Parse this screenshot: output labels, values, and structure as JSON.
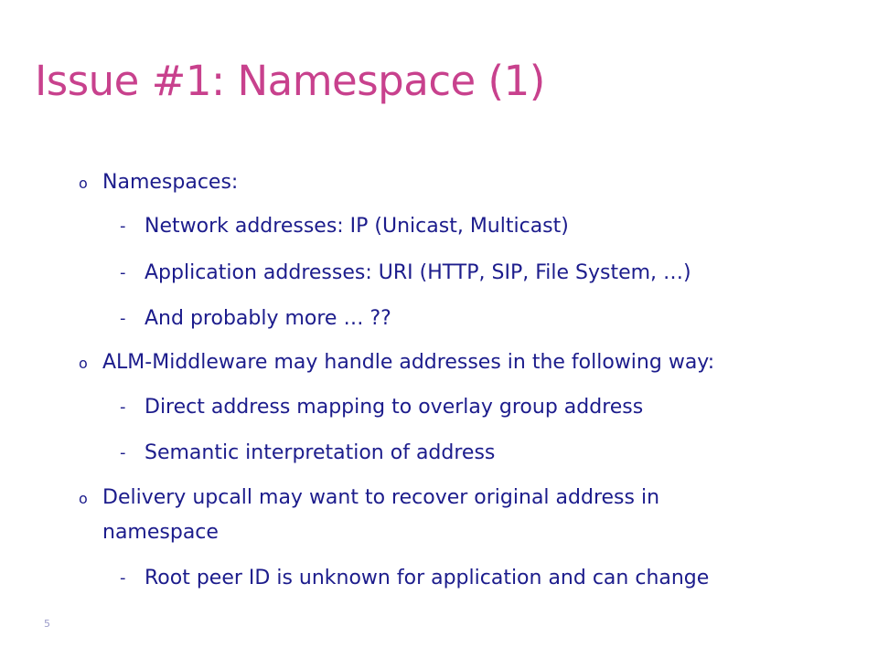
{
  "slide": {
    "title": "Issue #1: Namespace (1)",
    "page_number": "5",
    "bullet_marker_level1": "o",
    "bullet_marker_level2": "-",
    "colors": {
      "title": "#c8418d",
      "body": "#1c1c8c",
      "page_number": "#9a9ac8",
      "background": "#ffffff"
    },
    "items": [
      {
        "level": 1,
        "text": "Namespaces:"
      },
      {
        "level": 2,
        "text": "Network addresses: IP (Unicast, Multicast)"
      },
      {
        "level": 2,
        "text": "Application addresses: URI (HTTP, SIP, File System, …)"
      },
      {
        "level": 2,
        "text": "And probably more … ??"
      },
      {
        "level": 1,
        "text": "ALM-Middleware may handle addresses in the following way:"
      },
      {
        "level": 2,
        "text": "Direct address mapping to overlay group address"
      },
      {
        "level": 2,
        "text": "Semantic interpretation of address"
      },
      {
        "level": 1,
        "text": "Delivery upcall may want to recover original address in"
      },
      {
        "level": 0,
        "text": "namespace"
      },
      {
        "level": 2,
        "text": "Root peer ID is unknown for application and can change"
      }
    ]
  }
}
